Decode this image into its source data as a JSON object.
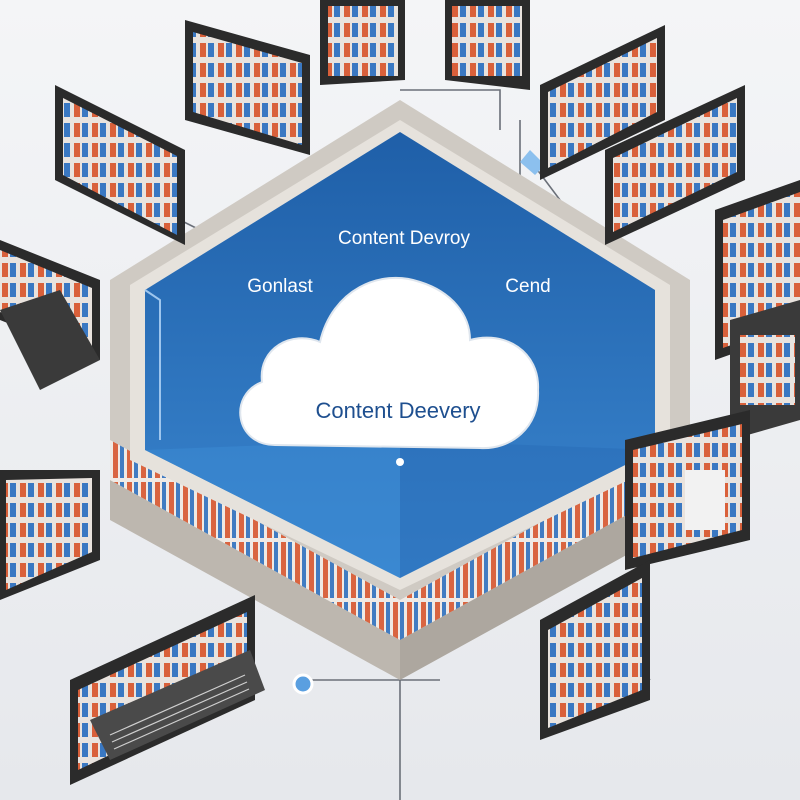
{
  "labels": {
    "top_banner": "Content Devroy",
    "left_label": "Gonlast",
    "right_label": "Cend",
    "cloud_label": "Content Deevery"
  },
  "colors": {
    "background": "#eef0f3",
    "platform_blue": "#2f6fb5",
    "platform_blue_dark": "#1f4f8a",
    "platform_rim": "#c9c4bd",
    "cloud": "#ffffff",
    "label_text": "#1e4f8f",
    "rack_frame": "#2b2b2b",
    "rack_accent_orange": "#d9603a",
    "rack_accent_blue": "#3a78c2",
    "connector": "#5a9fe0"
  },
  "icons": {
    "cloud": "cloud-icon",
    "server_rack": "server-rack-icon",
    "node": "connector-node-icon"
  }
}
